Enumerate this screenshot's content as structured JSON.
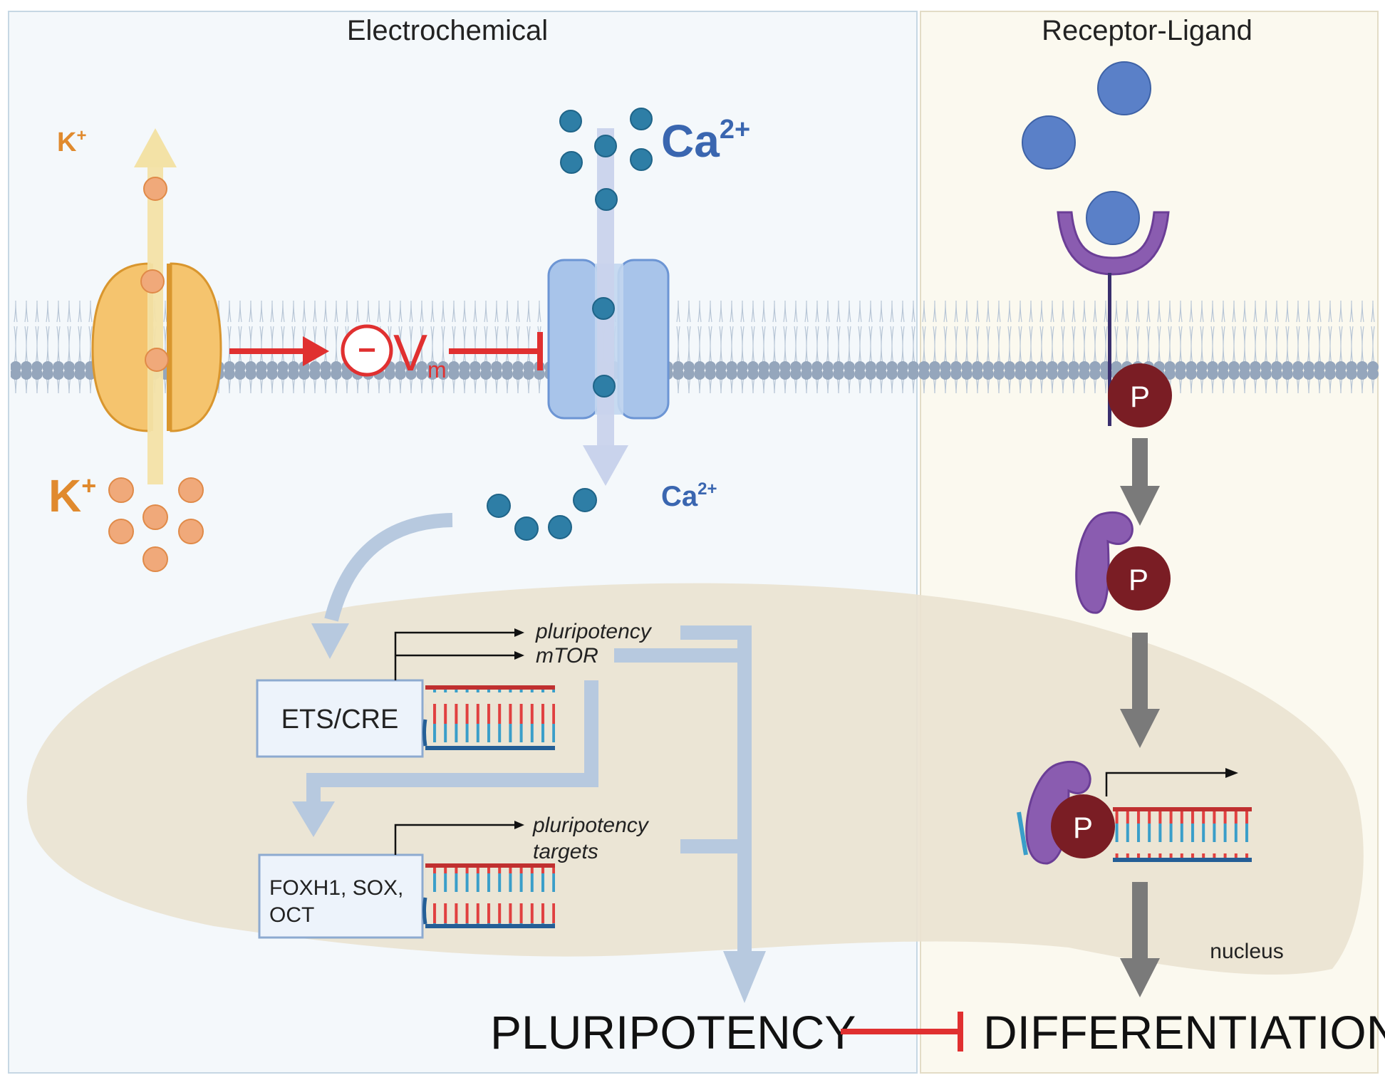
{
  "panels": {
    "left_title": "Electrochemical",
    "right_title": "Receptor-Ligand"
  },
  "ions": {
    "k_top_base": "K",
    "k_top_sup": "+",
    "k_bottom_base": "K",
    "k_bottom_sup": "+",
    "ca_top_base": "Ca",
    "ca_top_sup": "2+",
    "ca_bottom_base": "Ca",
    "ca_bottom_sup": "2+"
  },
  "vm": {
    "sign": "−",
    "base": "V",
    "sub": "m"
  },
  "promoters": {
    "box1": "ETS/CRE",
    "box2_line1": "FOXH1, SOX,",
    "box2_line2": "OCT"
  },
  "genes": {
    "g1": "pluripotency",
    "g2": "mTOR",
    "g3_line1": "pluripotency",
    "g3_line2": "targets"
  },
  "phospho_label": "P",
  "nucleus_label": "nucleus",
  "outcomes": {
    "left": "PLURIPOTENCY",
    "right": "DIFFERENTIATION"
  },
  "colors": {
    "k_ion": "#F0A97A",
    "k_text": "#E08A2E",
    "ca_ion": "#2E7EA6",
    "ca_text": "#3A66B0",
    "ligand": "#5A80C8",
    "receptor": "#8A5CB0",
    "phospho": "#7A1D24",
    "inhibit_red": "#E03030",
    "signal_gray": "#7A7A7A",
    "pathway_blue": "#B7C9DF",
    "nucleus": "#EAE2D0"
  }
}
